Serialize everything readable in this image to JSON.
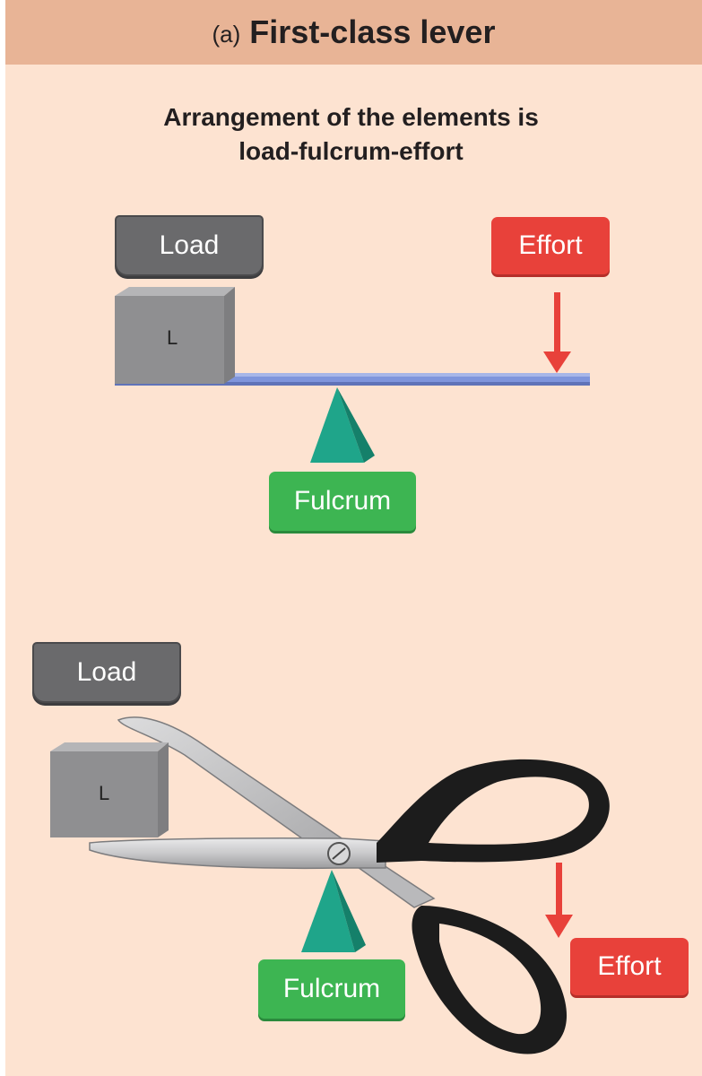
{
  "header": {
    "part_letter": "(a)",
    "title": "First-class lever"
  },
  "subtitle": {
    "line1": "Arrangement of the elements is",
    "line2": "load-fulcrum-effort"
  },
  "lever_diagram": {
    "load_label": "Load",
    "load_box_letter": "L",
    "effort_label": "Effort",
    "fulcrum_label": "Fulcrum"
  },
  "scissors_diagram": {
    "load_label": "Load",
    "load_box_letter": "L",
    "effort_label": "Effort",
    "fulcrum_label": "Fulcrum"
  },
  "colors": {
    "background": "#fde3d1",
    "header": "#e8b496",
    "load": "#6a6a6c",
    "effort": "#e8413a",
    "fulcrum": "#3db552",
    "fulcrum_triangle": "#1fa58a",
    "lever_bar": "#7f95dc"
  }
}
